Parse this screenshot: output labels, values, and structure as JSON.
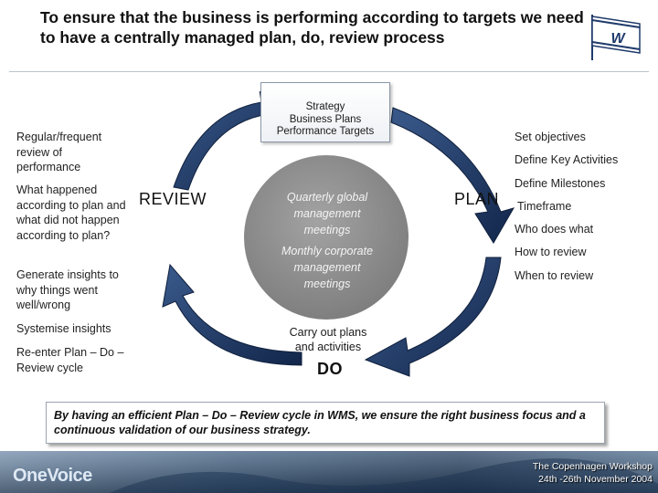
{
  "title": "To ensure that the business is performing according to targets we need to have a centrally managed plan, do, review process",
  "logo": {
    "letter": "W"
  },
  "strategy_box": {
    "line1": "Strategy",
    "line2": "Business Plans",
    "line3": "Performance Targets"
  },
  "labels": {
    "review": "REVIEW",
    "plan": "PLAN",
    "do": "DO"
  },
  "circle": {
    "text1": "Quarterly global management meetings",
    "text2": "Monthly corporate management meetings"
  },
  "do_text": "Carry out plans and activities",
  "left_list": [
    "Regular/frequent review of performance",
    "What happened according to plan and what did not happen according to plan?",
    "Generate insights to why things went well/wrong",
    "Systemise insights",
    "Re-enter Plan – Do – Review cycle"
  ],
  "right_list": [
    "Set objectives",
    "Define Key Activities",
    "Define Milestones",
    "Timeframe",
    "Who does what",
    "How to review",
    "When to review"
  ],
  "summary": "By having an efficient Plan – Do – Review cycle in WMS, we ensure the right business focus and a continuous validation of our business strategy.",
  "footer": {
    "brand": "OneVoice",
    "event": "The Copenhagen Workshop",
    "dates": "24th -26th November 2004"
  },
  "colors": {
    "arrow": "#1f3a6b",
    "circle": "#8a8a8a",
    "footer_bg": "#2d4a6a"
  }
}
